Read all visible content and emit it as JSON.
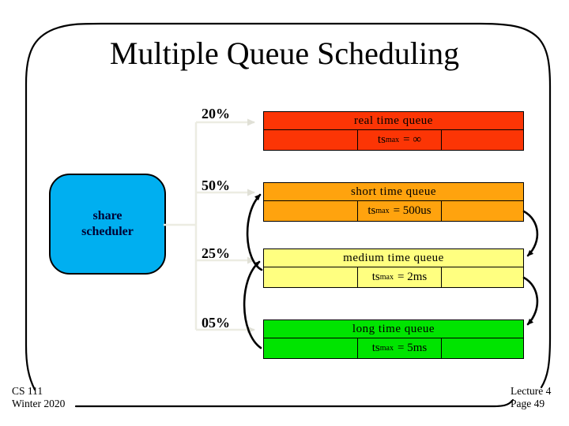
{
  "slide": {
    "title": "Multiple Queue Scheduling",
    "scheduler": {
      "label": "share scheduler",
      "fill": "#00AFF0"
    },
    "queues": [
      {
        "percent": "20%",
        "name": "real time queue",
        "ts_base": "ts",
        "ts_sub": "max",
        "ts_value": "= ∞",
        "fill": "#FC3505"
      },
      {
        "percent": "50%",
        "name": "short time queue",
        "ts_base": "ts",
        "ts_sub": "max",
        "ts_value": "= 500us",
        "fill": "#FFA30E"
      },
      {
        "percent": "25%",
        "name": "medium time queue",
        "ts_base": "ts",
        "ts_sub": "max",
        "ts_value": "= 2ms",
        "fill": "#FFFF80"
      },
      {
        "percent": "05%",
        "name": "long time queue",
        "ts_base": "ts",
        "ts_sub": "max",
        "ts_value": "= 5ms",
        "fill": "#00E400"
      }
    ],
    "footer": {
      "course": "CS 111",
      "term": "Winter 2020",
      "lecture": "Lecture 4",
      "page": "Page 49"
    },
    "colors": {
      "connector_line": "#ECECE2",
      "connector_arrow": "#E0E0D6",
      "feedback_arrow": "#000000",
      "border": "#000000",
      "scheduler_text": "#000033"
    }
  }
}
